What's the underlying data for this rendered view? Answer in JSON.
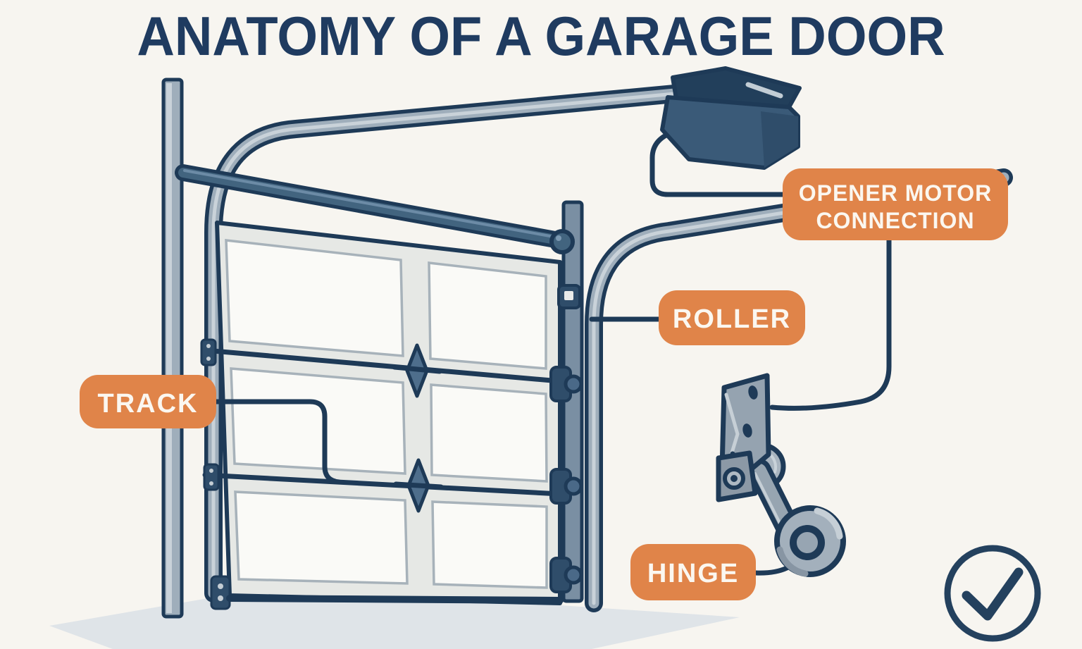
{
  "title": "ANATOMY OF A GARAGE DOOR",
  "callouts": {
    "opener_motor_connection": {
      "line1": "OPENER MOTOR",
      "line2": "CONNECTION"
    },
    "roller": {
      "label": "ROLLER"
    },
    "track": {
      "label": "TRACK"
    },
    "hinge": {
      "label": "HINGE"
    }
  },
  "icons": {
    "checkmark_icon": "✓"
  },
  "colors": {
    "background": "#F7F5F0",
    "title_navy": "#1F3B60",
    "outline_navy": "#1E3A57",
    "callout_orange": "#E08449",
    "callout_text": "#FBF7F0",
    "metal_gray": "#9FAEBB",
    "metal_light": "#C9D2D9",
    "metal_dark_slate": "#42647F",
    "door_frame": "#E6E8E5",
    "panel_white": "#FAFAF7",
    "floor_shadow": "#DFE4E8"
  }
}
